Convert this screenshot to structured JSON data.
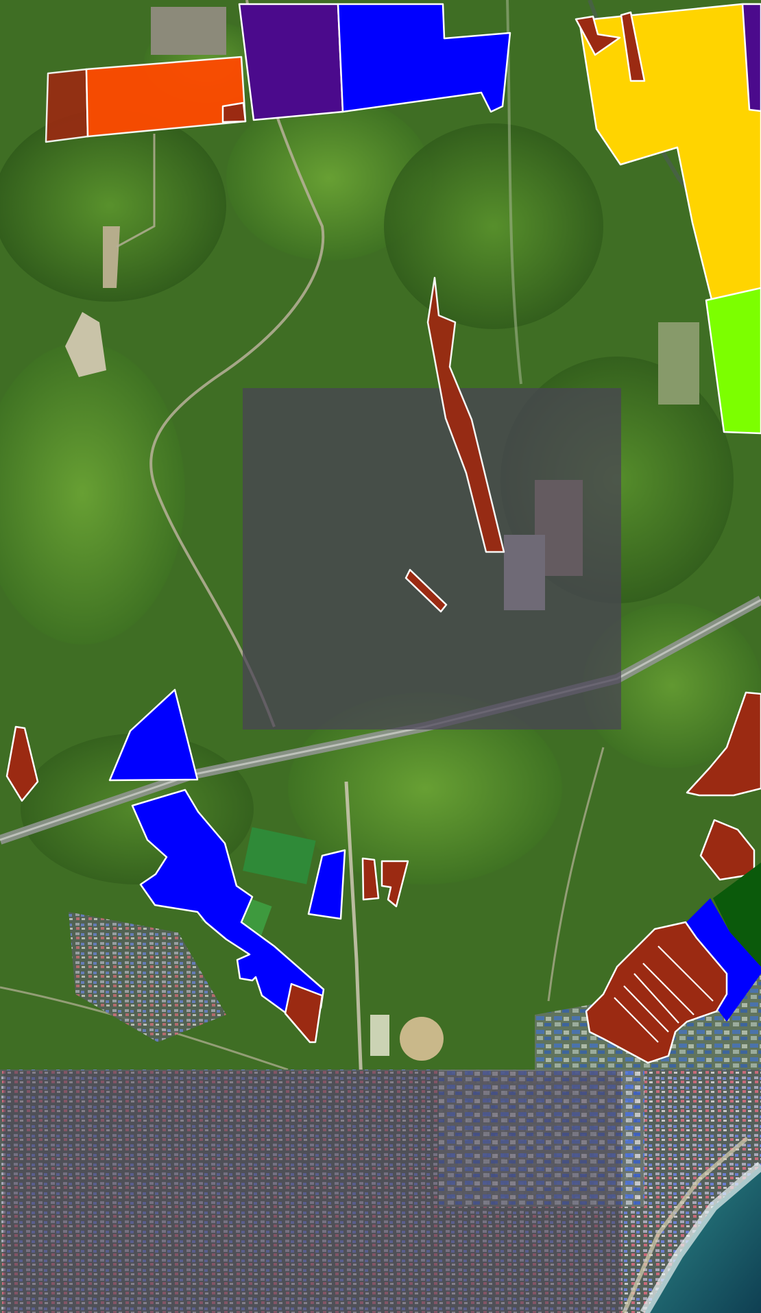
{
  "map": {
    "palette": {
      "parcel_red": "#9b2a12",
      "parcel_orange": "#ff4a00",
      "parcel_blue": "#0000ff",
      "parcel_purple": "#4b0a8c",
      "parcel_yellow": "#ffd400",
      "parcel_lime": "#7cff00",
      "parcel_darkgreen": "#0b5a0b",
      "parcel_outline": "#ffffff",
      "overlay_dim": "#4a4356",
      "forest": "#3d6b22",
      "sea": "#1a5a66"
    },
    "layers": [
      "satellite-imagery",
      "dimmed-tile-center",
      "dimmed-tile-bottom",
      "land-parcels"
    ]
  }
}
